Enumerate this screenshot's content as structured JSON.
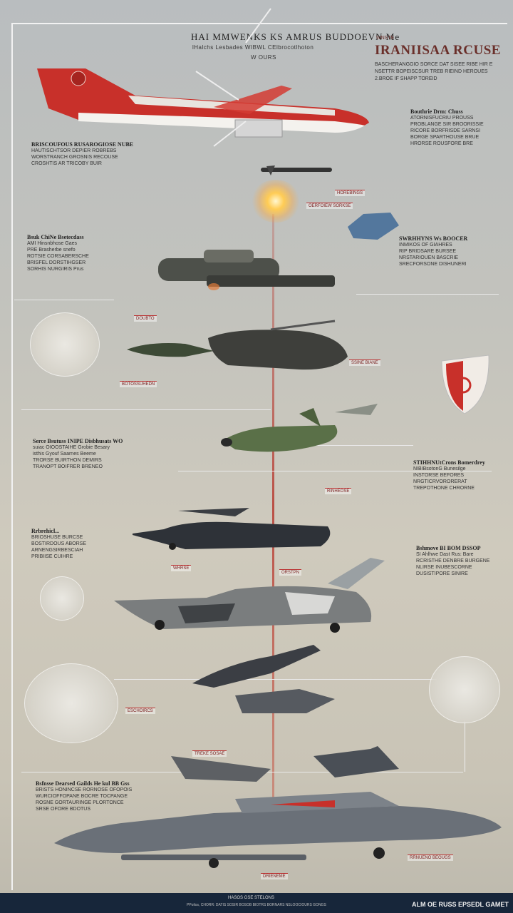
{
  "header": {
    "main_title": "HAI MMWENKS KS AMRUS BUDDOEVN Me",
    "main_subtitle": "lHalchs Lesbades WIBWL CElbrocotlhoton",
    "main_subtitle2": "W OURS",
    "right_pre": "WNSTE",
    "right_title": "IRANIISAA RCUSE",
    "right_subtitle": "BASCHERANGGIO SORCE DAT SISEE RIBE HIR E NSETTR BOPEISCSUR TREB RIEIND HEROUES 2.BROE IF SHAPP TOREID"
  },
  "colors": {
    "accent_red": "#c8302a",
    "title_red": "#6a2f2a",
    "footer": "#17263a"
  },
  "blocks": [
    {
      "id": "b1",
      "heading": "BRISCOUFOUS RUSAROGIOSE NUBE",
      "lines": [
        "HAUTISCHTSOR DEPIER ROBREBS",
        "WORSTRANCH GROSNIS RECOUSE",
        "CROSHTIS AR TRICOBY BUIR"
      ]
    },
    {
      "id": "b2",
      "heading": "Bouthrie Drm: Chuss",
      "lines": [
        "ATORNISFUCRIU PROUSS",
        "PROBLANGE SIR BROORISSIE",
        "RICORE BORFRISDE SARNSI",
        "BORGE SPARTHOUSE BRUE",
        "HRORSE ROUSFORE BRE"
      ]
    },
    {
      "id": "b3",
      "heading": "Bsuk ChiNe Bsetecdass",
      "lines": [
        "AMI Hinsnbhose Gaes",
        "PRE Brasherbe snefo",
        "ROTSIE CORSABERSCHE",
        "BRISFEL DORSTIHGSER",
        "SORHIS NURGIRIS Prus"
      ]
    },
    {
      "id": "b4",
      "heading": "SWRHHYNS Ws BOOCER",
      "lines": [
        "INMIKOS OF GIAHRES",
        "RIP BRIDSARE BURSEE",
        "NRSTARIOUEN BASCRIE",
        "SRECFORSONE DISHUNERI"
      ]
    },
    {
      "id": "b5",
      "heading": "Serce Bsutuss INIPE Disbhusats WO",
      "lines": [
        "suiac OIOOSTAIHE Grobie Besary",
        "isthis Gyouf Saarnes Beeme",
        "TRORSE BUIRTHON DEMIRS",
        "TRANOPT BOIFRER BRENEO"
      ]
    },
    {
      "id": "b6",
      "heading": "STIHHNUtCrons Bomerdrey",
      "lines": [
        "NIBIBsotonG Bunesilge",
        "INSTORSE BEFORES",
        "NRGTICRVORORERAT",
        "TREPOTHONE CHRORNE"
      ]
    },
    {
      "id": "b7",
      "heading": "Rrbrehicl...",
      "lines": [
        "BRIOSHUSE BURCSE",
        "BOSTIRDOUS ABORSE",
        "ARNENGSIRBESCIAH",
        "PRIBIISE CUIHRE"
      ]
    },
    {
      "id": "b8",
      "heading": "Bshmove BI BOM DSSOP",
      "lines": [
        "SI Ahlhwe Dast Rus: Bare",
        "RCRISTHE DENBRE BURGENE",
        "NLIRSE INUBESCORNE",
        "DUSISTIPORE SINIRE"
      ]
    },
    {
      "id": "b9",
      "heading": "Bsfnsse Dearsed Gailds He kul BB Gss",
      "lines": [
        "BRISTS HONINCSE RORNOSE OFOPOIS",
        "WURCIOFFOPANE BOCRE TOCPANGE",
        "ROSNE GORTAURINGE PLORTONCE",
        "SRSE OFORE BDOTUS"
      ]
    }
  ],
  "tags": [
    "HOREBINGS",
    "OERFOIEW SORKSE",
    "DOUBTO",
    "BOTOSSUHEDN",
    "SSINE BIANE",
    "RINHEOSE",
    "WHRSE",
    "ORSTPN",
    "ESCHOIRCS",
    "TREKE SOSAE",
    "RRNUENO BEOUGS",
    "DRIENEME"
  ],
  "footer": {
    "line1": "HASOS GSE STELONS",
    "line2": "PPoilos, CHORR: DATIS SOSIR BOSOB BIOTRS BORNARS NSLOOCIOURS GONGS",
    "right": "ALM OE RUSS EPSEDL GAMET"
  }
}
